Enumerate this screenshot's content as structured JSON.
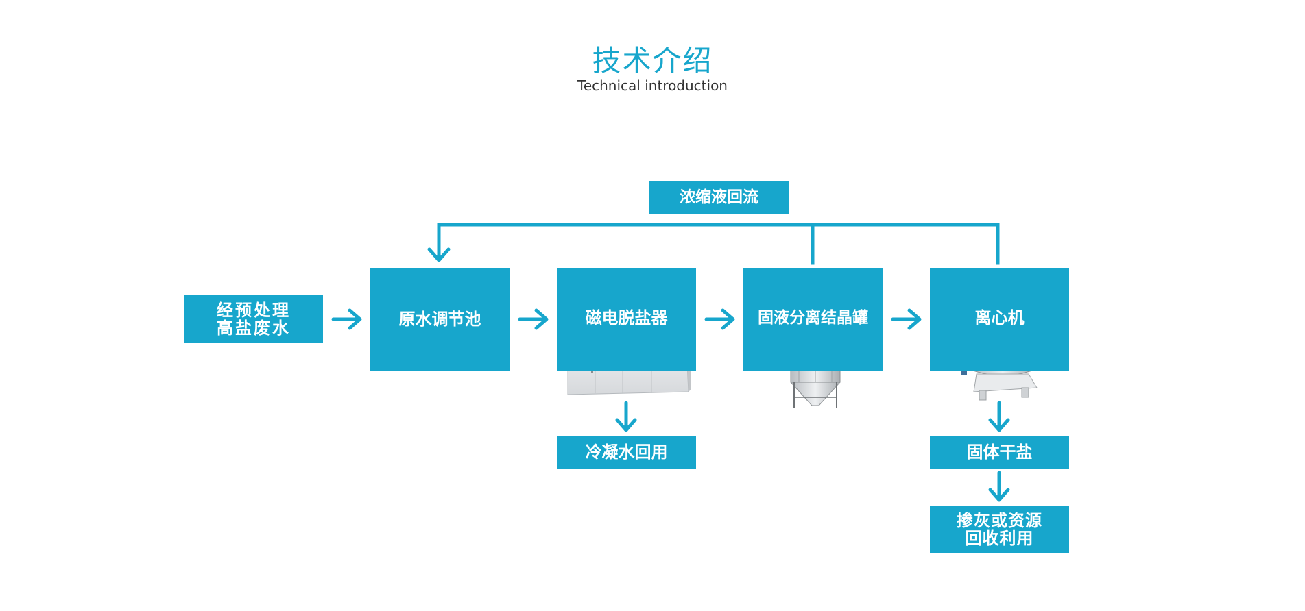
{
  "header": {
    "title": "技术介绍",
    "subtitle": "Technical introduction"
  },
  "diagram": {
    "input": {
      "line1": "经预处理",
      "line2": "高盐废水"
    },
    "feedback": "浓缩液回流",
    "raw_water_pool": "原水调节池",
    "desalinator": "磁电脱盐器",
    "crystal_tank": "固液分离结晶罐",
    "centrifuge": "离心机",
    "condensate": "冷凝水回用",
    "solid_salt": "固体干盐",
    "recycle": {
      "line1": "掺灰或资源",
      "line2": "回收利用"
    }
  },
  "colors": {
    "accent": "#17a6cc",
    "text_dark": "#333333"
  }
}
